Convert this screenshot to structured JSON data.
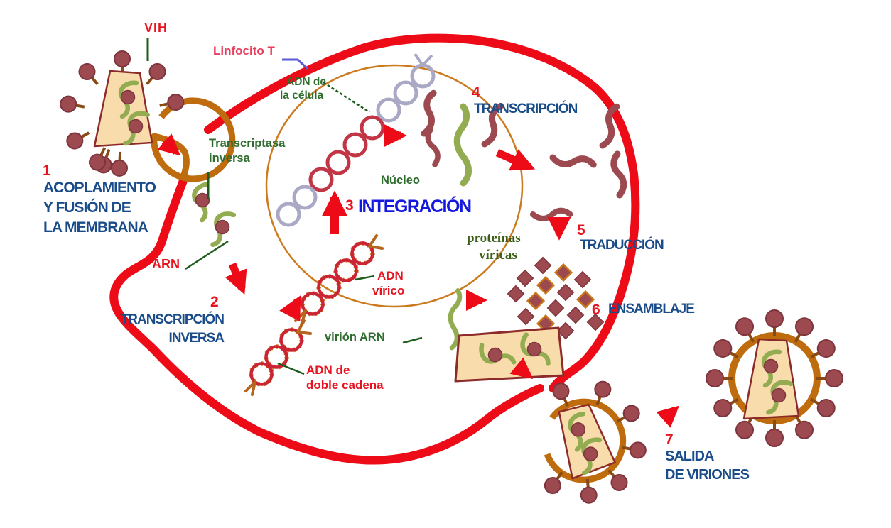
{
  "diagram": {
    "annotations": {
      "vih": "VIH",
      "linfocito_t": "Linfocito T",
      "adn_celula": [
        "ADN de",
        "la célula"
      ],
      "transcriptasa": [
        "Transcriptasa",
        "inversa"
      ],
      "nucleo": "Núcleo",
      "arn": "ARN",
      "proteinas_viricas": [
        "proteínas",
        "víricas"
      ],
      "adn_virico": [
        "ADN",
        "vírico"
      ],
      "virion_arn": "virión ARN",
      "adn_doble_cadena": [
        "ADN de",
        "doble cadena"
      ]
    },
    "steps": [
      {
        "num": "1",
        "lines": [
          "ACOPLAMIENTO",
          "Y FUSIÓN DE",
          "LA MEMBRANA"
        ]
      },
      {
        "num": "2",
        "lines": [
          "TRANSCRIPCIÓN",
          "INVERSA"
        ]
      },
      {
        "num": "3",
        "lines": [
          "INTEGRACIÓN"
        ]
      },
      {
        "num": "4",
        "lines": [
          "TRANSCRIPCIÓN"
        ]
      },
      {
        "num": "5",
        "lines": [
          "TRADUCCIÓN"
        ]
      },
      {
        "num": "6",
        "lines": [
          "ENSAMBLAJE"
        ]
      },
      {
        "num": "7",
        "lines": [
          "SALIDA",
          "DE VIRIONES"
        ]
      }
    ],
    "colors": {
      "cell_membrane_red": "#ec0b16",
      "nuclear_membrane_orange": "#cc7a1e",
      "viral_envelope_orange": "#bf6c0e",
      "protein_knob_maroon": "#9d4950",
      "rna_green": "#93ac51",
      "capsid_fill_tan": "#f8dcab",
      "step_label_navy": "#1a4c8a",
      "integration_blue": "#1419dd",
      "red_label": "#e6141f",
      "green_label": "#2f6d2f",
      "pink_label": "#ea3c5c",
      "cell_dna_gray": "#a9a9c6",
      "viral_dna_red": "#c23545"
    }
  }
}
